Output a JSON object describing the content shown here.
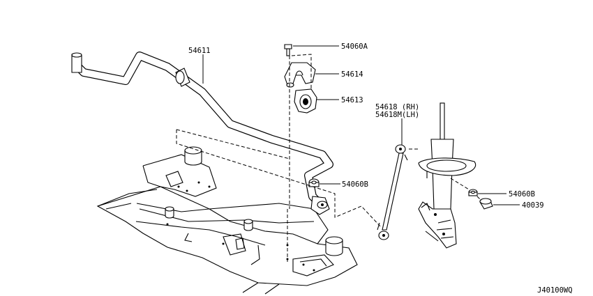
{
  "diagram_id": "J40100WQ",
  "callouts": {
    "bar": "54611",
    "bolt": "54060A",
    "clamp": "54614",
    "bushing": "54613",
    "link_rh": "54618 (RH)",
    "link_lh": "54618M(LH)",
    "nut_link": "54060B",
    "nut_strut": "54060B",
    "cap": "40039"
  }
}
